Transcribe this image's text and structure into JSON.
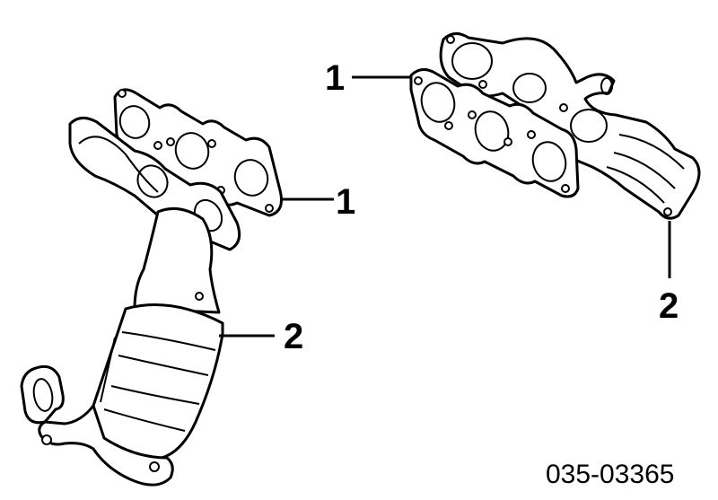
{
  "diagram": {
    "callouts": {
      "left_gasket": "1",
      "left_manifold": "2",
      "right_gasket": "1",
      "right_manifold": "2"
    },
    "reference_code": "035-03365"
  }
}
